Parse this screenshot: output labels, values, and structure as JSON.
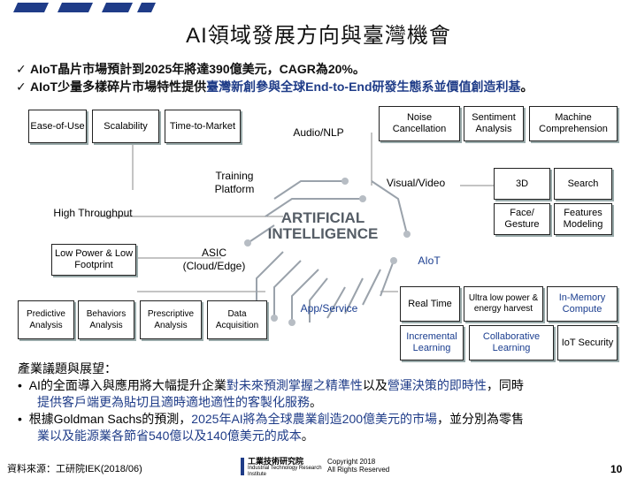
{
  "colors": {
    "accent_blue": "#1f3c88",
    "header_stripe": "#1f3c88",
    "ai_gray": "#555d66"
  },
  "title": "AI領域發展方向與臺灣機會",
  "bullets": [
    "AIoT晶片市場預計到2025年將達390億美元，CAGR為20%。",
    "AIoT少量多樣碎片市場特性提供臺灣新創參與全球End-to-End研發生態系並價值創造利基。"
  ],
  "check_symbol": "ü",
  "diagram": {
    "center_label": "ARTIFICIAL INTELLIGENCE",
    "left": {
      "top_boxes": [
        "Ease-of-Use",
        "Scalability",
        "Time-to-Market"
      ],
      "training_platform": "Training Platform",
      "high_throughput": "High Throughput",
      "low_power": "Low Power & Low Footprint",
      "asic": "ASIC (Cloud/Edge)",
      "bottom_boxes": [
        "Predictive Analysis",
        "Behaviors Analysis",
        "Prescriptive Analysis",
        "Data Acquisition"
      ]
    },
    "right": {
      "audio_nlp": "Audio/NLP",
      "audio_boxes": [
        "Noise Cancellation",
        "Sentiment Analysis",
        "Machine Comprehension"
      ],
      "visual_video": "Visual/Video",
      "visual_boxes": [
        "3D",
        "Search",
        "Face/ Gesture",
        "Features Modeling"
      ],
      "aiot": "AIoT",
      "app_service": "App/Service",
      "app_boxes": [
        "Real Time",
        "Ultra low power & energy harvest",
        "In-Memory Compute",
        "Incremental Learning",
        "Collaborative Learning",
        "IoT Security"
      ]
    }
  },
  "industry": {
    "heading": "產業議題與展望：",
    "bullet1_parts": [
      "AI的全面導入與應用將大幅提升企業",
      "對未來預測掌握之精準性",
      "以及",
      "營運決策的即時性",
      "，同時"
    ],
    "bullet1_line2_parts": [
      "提供客戶端",
      "更為貼切且適時適地",
      "適性的客製化服務",
      "。"
    ],
    "bullet2_parts": [
      "根據Goldman Sachs的預測，",
      "2025年AI將為全球農業創造200億美元的市場",
      "，並分別為零售"
    ],
    "bullet2_line2_parts": [
      "業以及能源業各節省540億以及140億美元的成本",
      "。"
    ]
  },
  "footer": {
    "source": "資料來源：工研院IEK(2018/06)",
    "org_name": "工業技術研究院",
    "org_en": "Industrial Technology Research Institute",
    "copyright": "Copyright 2018",
    "rights": "All Rights Reserved",
    "page_number": "10"
  }
}
